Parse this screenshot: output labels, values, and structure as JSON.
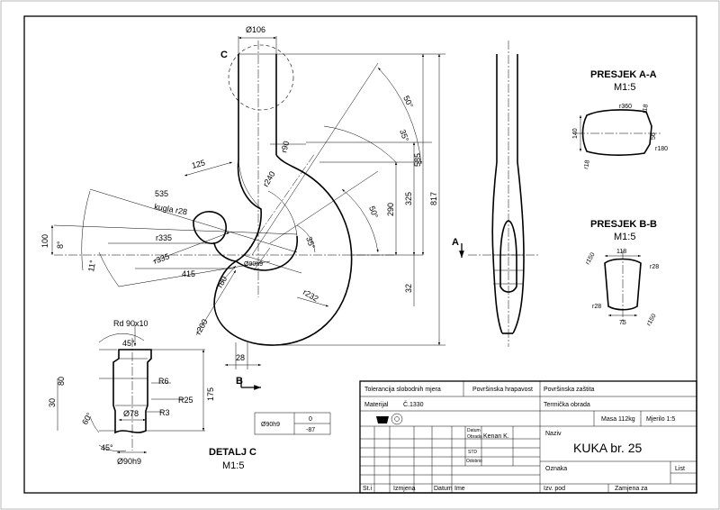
{
  "drawing": {
    "hook_dims": {
      "d106": "Ø106",
      "c_label": "C",
      "r90": "r90",
      "r240": "r240",
      "d125": "125",
      "d535": "535",
      "kugla": "kugla r28",
      "r335a": "r335",
      "r335b": "r335",
      "d415": "415",
      "r80": "r80",
      "r200": "r200",
      "r232": "r232",
      "d28": "28",
      "d100": "100",
      "a8": "8°",
      "a11": "11°",
      "a50a": "50°",
      "a35a": "35°",
      "a50b": "50°",
      "a35b": "35°",
      "d585": "585",
      "d290": "290",
      "d325": "325",
      "d817": "817",
      "d32": "32",
      "d90h9": "Ø90h9",
      "view_b": "B"
    },
    "side_view": {
      "view_a": "A"
    },
    "section_aa": {
      "title": "PRESJEK A-A",
      "scale": "M1:5",
      "r360": "r360",
      "r18a": "r18",
      "d56": "56",
      "d140": "140",
      "r18b": "r18",
      "r180": "r180"
    },
    "section_bb": {
      "title": "PRESJEK B-B",
      "scale": "M1:5",
      "d118": "118",
      "r150a": "r150",
      "r28a": "r28",
      "r28b": "r28",
      "d75": "75",
      "r150b": "r150"
    },
    "detail_c": {
      "title": "DETALJ C",
      "scale": "M1:5",
      "rd": "Rd 90x10",
      "a45a": "45°",
      "r6": "R6",
      "r25": "R25",
      "r3": "R3",
      "d78": "Ø78",
      "a60": "60°",
      "a45b": "45°",
      "d90h9": "Ø90h9",
      "d80": "80",
      "d30": "30",
      "d175": "175"
    },
    "tolerance_table": {
      "fit": "Ø90h9",
      "upper": "0",
      "lower": "-87"
    }
  },
  "title_block": {
    "tolerancija": "Tolerancija slobodnih mjera",
    "hrapavost": "Površinska hrapavost",
    "zastita": "Površinska zaštita",
    "materijal_label": "Materijal",
    "materijal_value": "Č.1330",
    "termicka": "Termička obrada",
    "masa": "Masa  112kg",
    "mjerilo": "Mjerilo  1:5",
    "datum": "Datum",
    "obrada": "Obrada",
    "author": "Kenan K.",
    "std": "STD",
    "odobrio": "Odobrio",
    "naziv": "Naziv",
    "part_name": "KUKA br. 25",
    "oznaka": "Oznaka",
    "list": "List",
    "st_i": "St.i",
    "izmjena": "Izmjena",
    "datum2": "Datum",
    "ime": "Ime",
    "izv_pod": "Izv. pod",
    "zamjena": "Zamjena za"
  }
}
